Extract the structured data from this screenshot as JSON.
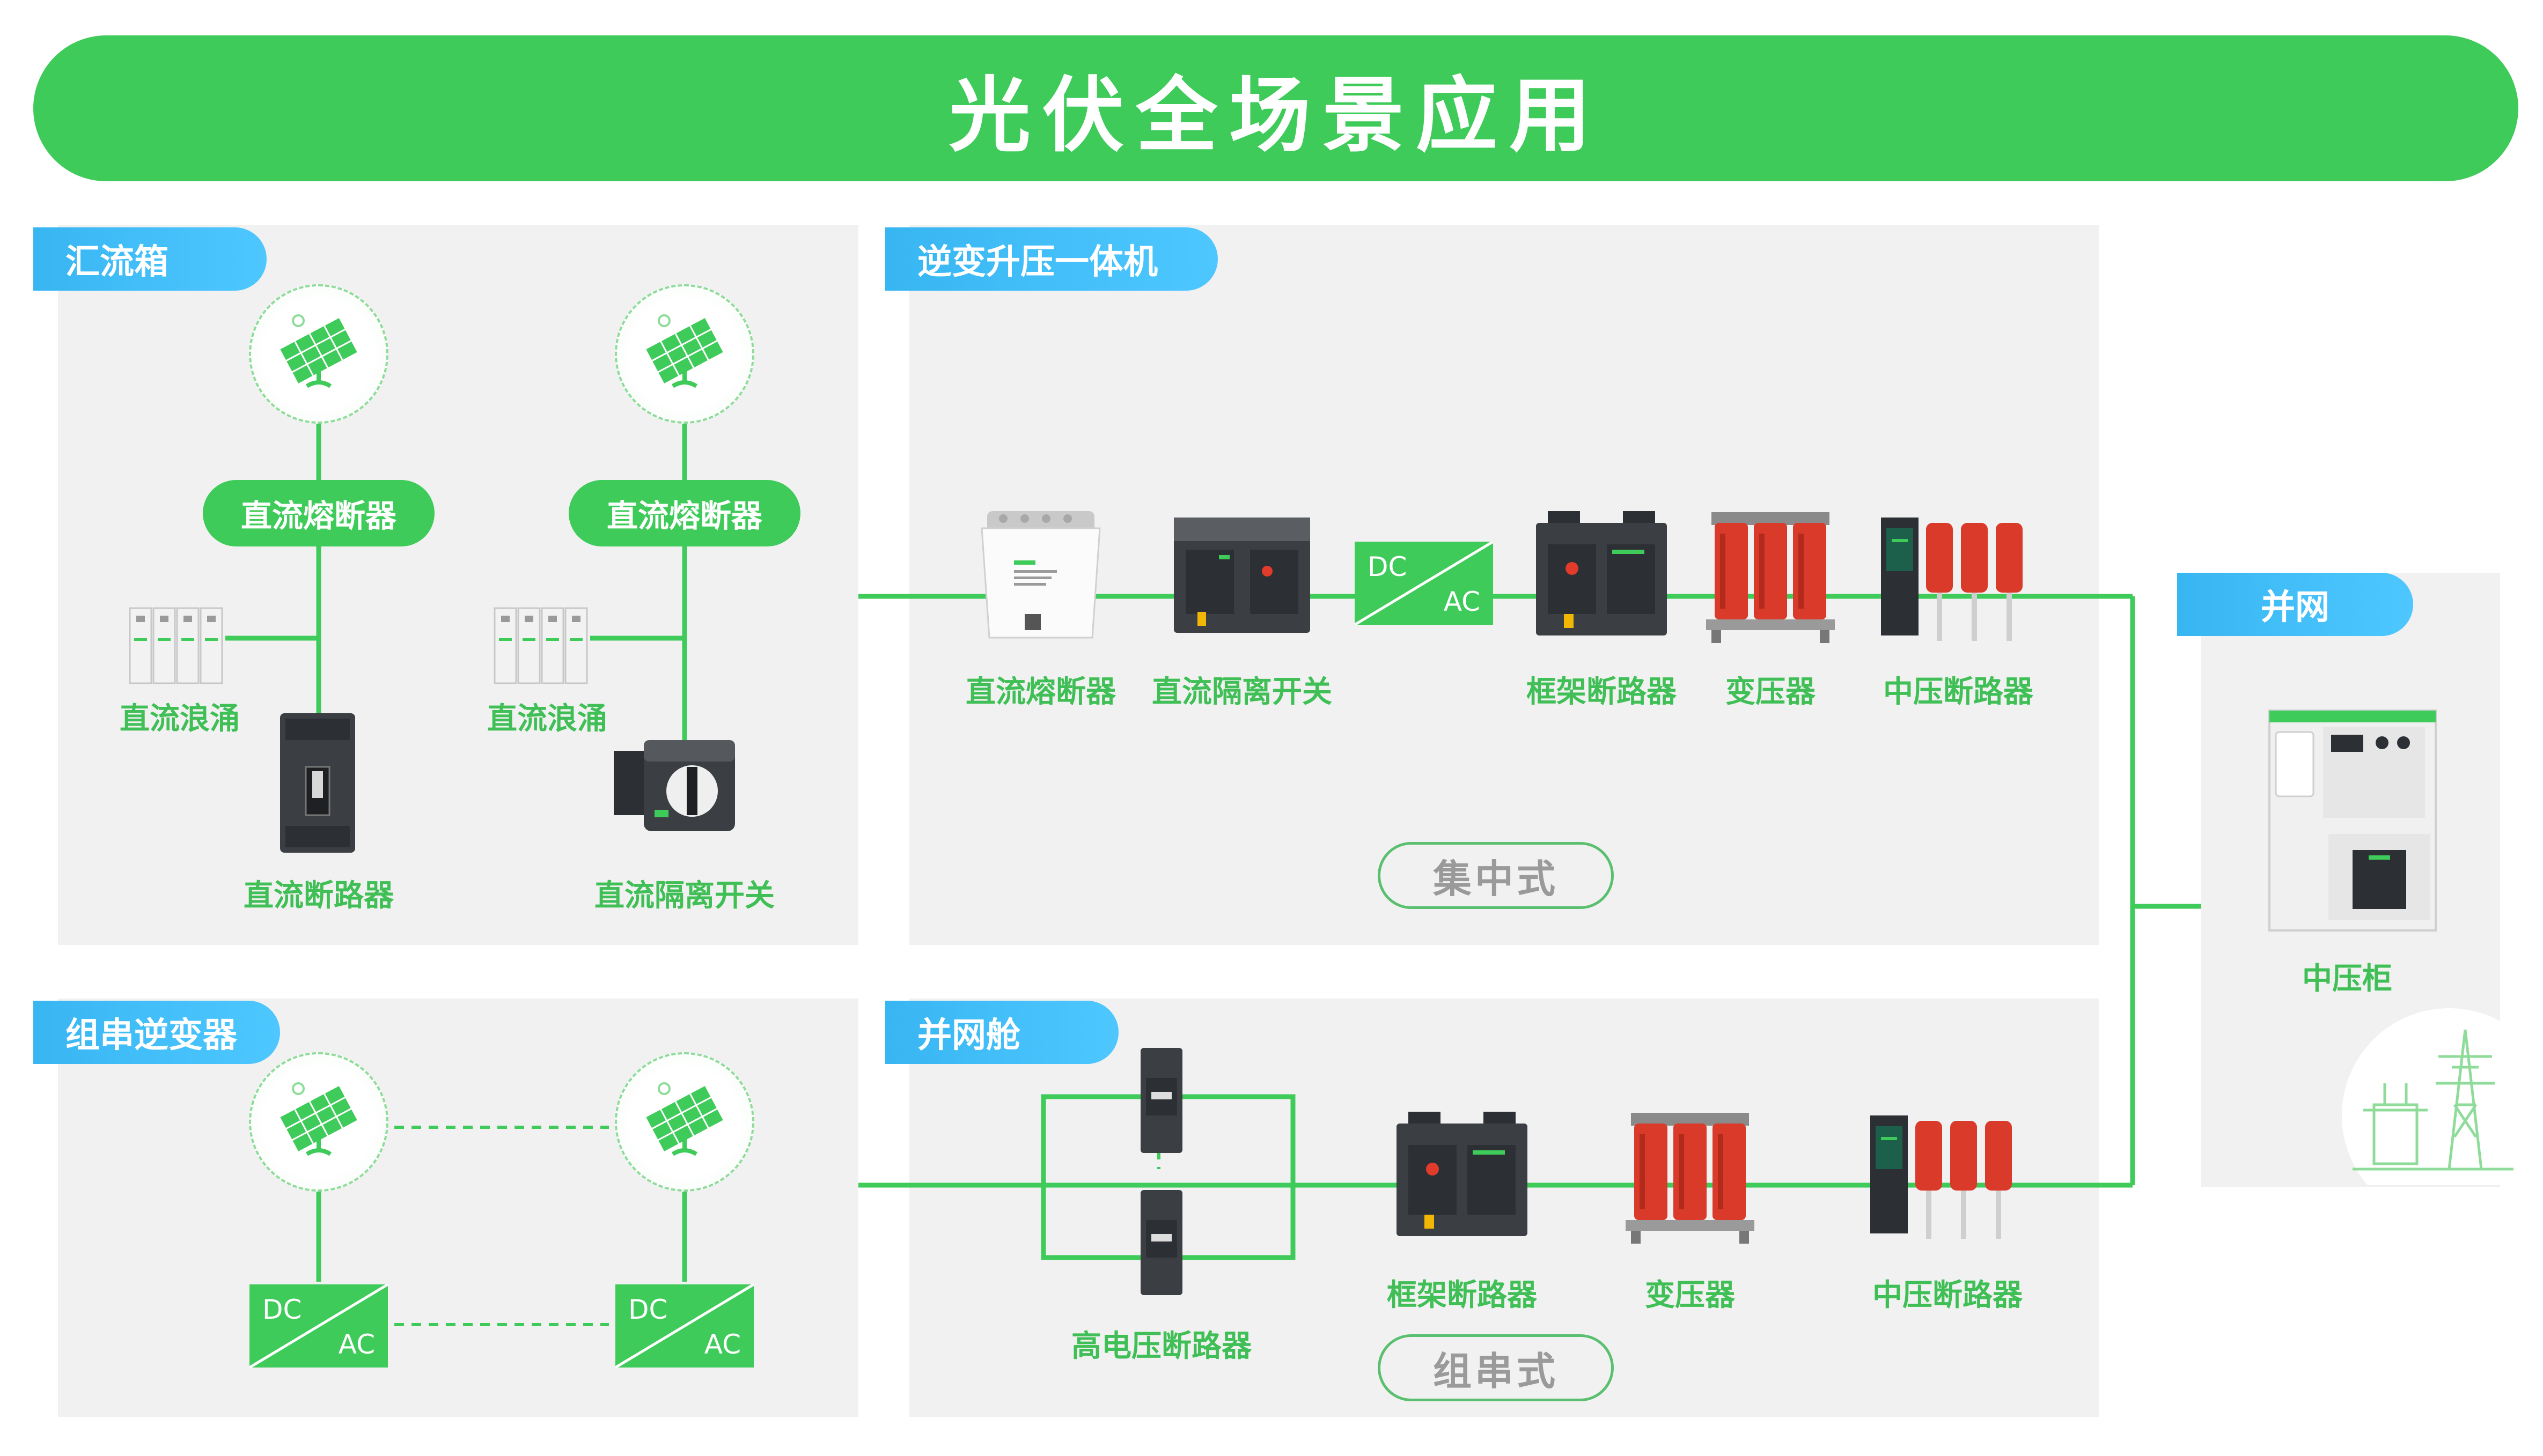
{
  "title": "光伏全场景应用",
  "sections": {
    "combiner_box": {
      "tag": "汇流箱",
      "fuse_1": "直流熔断器",
      "fuse_2": "直流熔断器",
      "spd_1": "直流浪涌",
      "spd_2": "直流浪涌",
      "breaker": "直流断路器",
      "isolator": "直流隔离开关"
    },
    "inverter_booster": {
      "tag": "逆变升压一体机",
      "items": [
        "直流熔断器",
        "直流隔离开关",
        "框架断路器",
        "变压器",
        "中压断路器"
      ],
      "dc": "DC",
      "ac": "AC",
      "mode": "集中式"
    },
    "string_inverter": {
      "tag": "组串逆变器",
      "dc": "DC",
      "ac": "AC"
    },
    "grid_cabin": {
      "tag": "并网舱",
      "hv_breaker": "高电压断路器",
      "items": [
        "框架断路器",
        "变压器",
        "中压断路器"
      ],
      "mode": "组串式"
    },
    "grid": {
      "tag": "并网",
      "cabinet": "中压柜"
    }
  },
  "colors": {
    "brand_green": "#3fcb5a",
    "tag_blue": "#38b6f2",
    "panel_gray": "#f1f1f1",
    "transformer_red": "#d93a2a",
    "device_dark": "#3b3f44"
  },
  "icons": [
    "solar-panel-icon",
    "fuse-icon",
    "isolator-switch-icon",
    "air-circuit-breaker-icon",
    "transformer-icon",
    "mv-breaker-icon",
    "mv-cabinet-icon",
    "pylon-icon"
  ]
}
